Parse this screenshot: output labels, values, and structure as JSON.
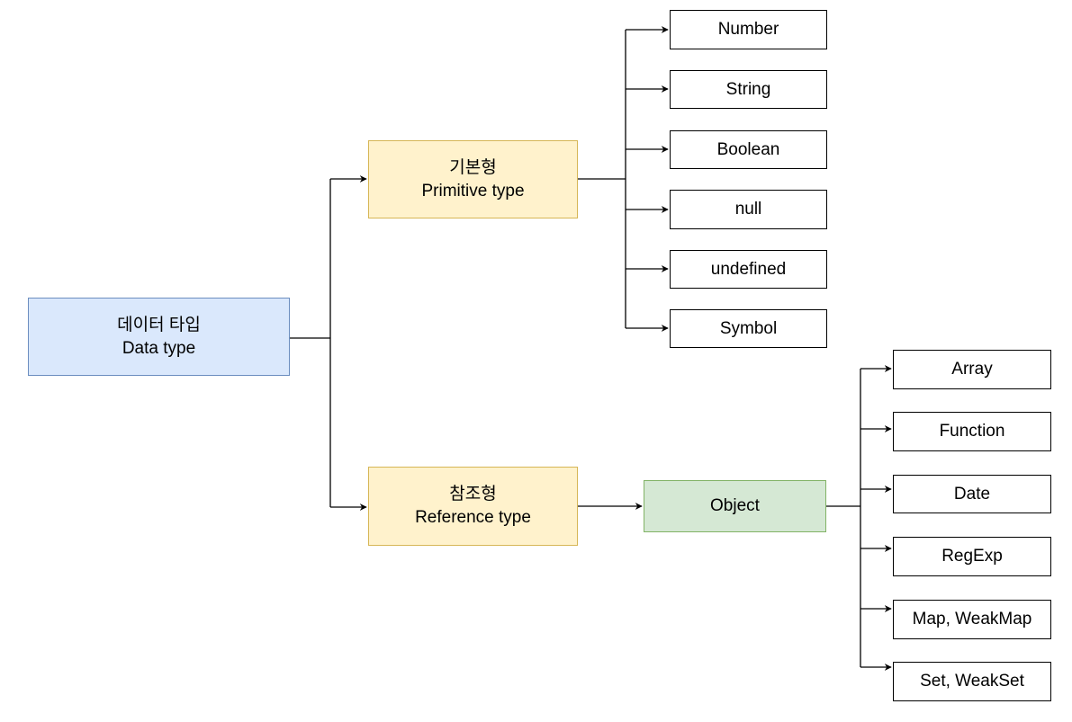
{
  "root": {
    "line1": "데이터 타입",
    "line2": "Data type"
  },
  "primitive": {
    "line1": "기본형",
    "line2": "Primitive type",
    "children": [
      "Number",
      "String",
      "Boolean",
      "null",
      "undefined",
      "Symbol"
    ]
  },
  "reference": {
    "line1": "참조형",
    "line2": "Reference type"
  },
  "object": {
    "label": "Object",
    "children": [
      "Array",
      "Function",
      "Date",
      "RegExp",
      "Map, WeakMap",
      "Set, WeakSet"
    ]
  }
}
